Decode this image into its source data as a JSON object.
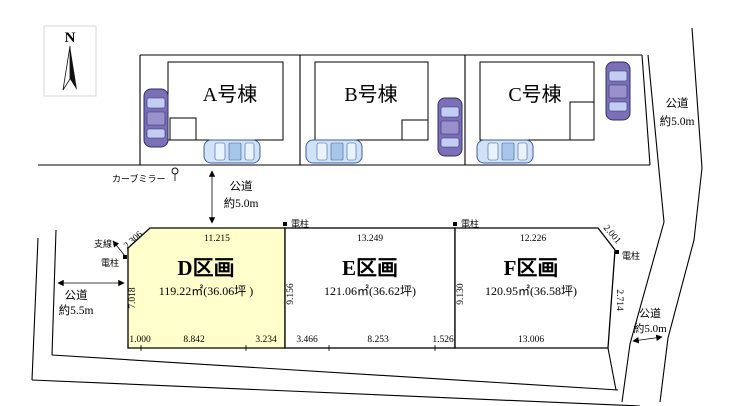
{
  "diagram": {
    "compass": {
      "north": "N"
    },
    "buildings": {
      "a": "A号棟",
      "b": "B号棟",
      "c": "C号棟"
    },
    "plots": {
      "d": {
        "name": "D区画",
        "area": "119.22㎡(36.06坪 )"
      },
      "e": {
        "name": "E区画",
        "area": "121.06㎡(36.62坪)"
      },
      "f": {
        "name": "F区画",
        "area": "120.95㎡(36.58坪)"
      }
    },
    "roads": {
      "right": {
        "line1": "公道",
        "line2": "約5.0m"
      },
      "middle": {
        "line1": "公道",
        "line2": "約5.0m"
      },
      "left": {
        "line1": "公道",
        "line2": "約5.5m"
      },
      "bottom_right": {
        "line1": "公道",
        "line2": "約5.0m"
      }
    },
    "labels": {
      "curve_mirror": "カーブミラー",
      "utility_pole": "電柱",
      "guy_wire": "支線"
    },
    "dimensions": {
      "d_top_slant": "2.306",
      "d_top": "11.215",
      "e_top": "13.249",
      "f_top": "12.226",
      "f_top_slant": "2.001",
      "d_left": "7.018",
      "e_left": "9.156",
      "f_left": "9.130",
      "f_right": "2.714",
      "d_bottom_1": "1.000",
      "d_bottom_2": "8.842",
      "d_bottom_3": "3.234",
      "e_bottom_1": "3.466",
      "e_bottom_2": "8.253",
      "e_bottom_3": "1.526",
      "f_bottom": "13.006"
    },
    "colors": {
      "plot_d_highlight": "#FFFFCC",
      "car_purple": "#7B6FB5",
      "car_blue": "#CFE2F7"
    }
  }
}
